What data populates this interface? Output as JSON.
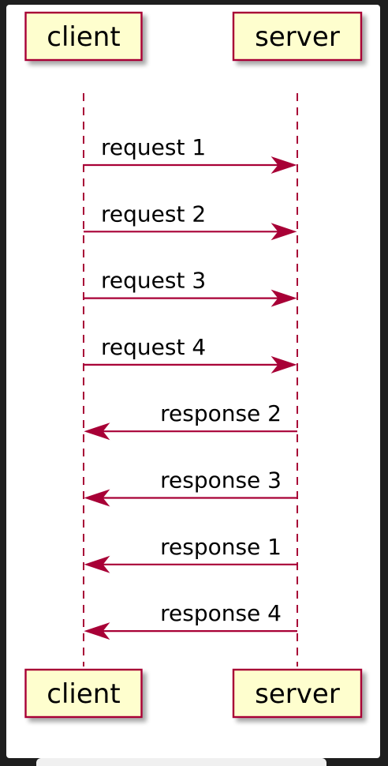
{
  "participants": [
    {
      "id": "client",
      "label": "client"
    },
    {
      "id": "server",
      "label": "server"
    }
  ],
  "messages": [
    {
      "from": "client",
      "to": "server",
      "label": "request 1"
    },
    {
      "from": "client",
      "to": "server",
      "label": "request 2"
    },
    {
      "from": "client",
      "to": "server",
      "label": "request 3"
    },
    {
      "from": "client",
      "to": "server",
      "label": "request 4"
    },
    {
      "from": "server",
      "to": "client",
      "label": "response 2"
    },
    {
      "from": "server",
      "to": "client",
      "label": "response 3"
    },
    {
      "from": "server",
      "to": "client",
      "label": "response 1"
    },
    {
      "from": "server",
      "to": "client",
      "label": "response 4"
    }
  ],
  "colors": {
    "line": "#a80036",
    "participant_fill": "#fefece",
    "background": "#ffffff"
  }
}
